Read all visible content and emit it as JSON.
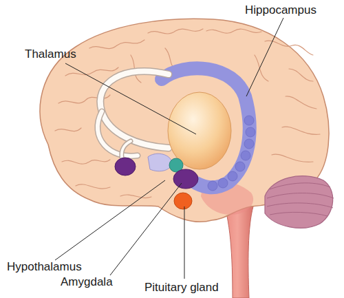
{
  "diagram": {
    "labels": [
      "Hippocampus",
      "Thalamus",
      "Hypothalamus",
      "Amygdala",
      "Pituitary gland"
    ]
  }
}
